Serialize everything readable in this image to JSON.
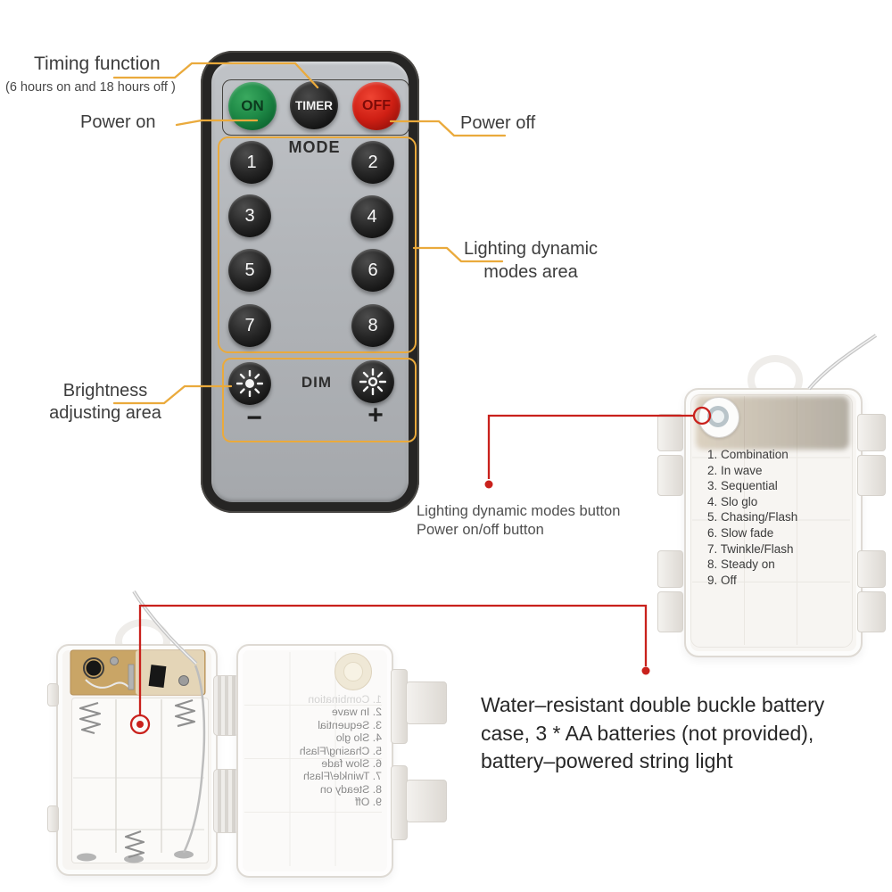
{
  "annotations": {
    "timing_title": "Timing function",
    "timing_sub": "(6 hours on and 18 hours off )",
    "power_on": "Power on",
    "power_off": "Power off",
    "modes_area_line1": "Lighting dynamic",
    "modes_area_line2": "modes area",
    "brightness_line1": "Brightness",
    "brightness_line2": "adjusting area",
    "modes_button_caption_line1": "Lighting dynamic modes button",
    "modes_button_caption_line2": "Power on/off button",
    "water_paragraph": "Water–resistant double buckle battery case, 3 * AA batteries (not provided), battery–powered string light"
  },
  "remote": {
    "power_buttons": [
      {
        "label": "ON"
      },
      {
        "label": "TIMER"
      },
      {
        "label": "OFF"
      }
    ],
    "mode_label": "MODE",
    "mode_buttons": [
      "1",
      "2",
      "3",
      "4",
      "5",
      "6",
      "7",
      "8"
    ],
    "dim_label": "DIM",
    "dim_minus": "−",
    "dim_plus": "+"
  },
  "battery_case": {
    "modes_list": [
      "1. Combination",
      "2. In wave",
      "3. Sequential",
      "4. Slo glo",
      "5. Chasing/Flash",
      "6. Slow fade",
      "7. Twinkle/Flash",
      "8. Steady on",
      "9. Off"
    ]
  },
  "icons": {
    "dim_down": "sun-dim-icon",
    "dim_up": "sun-bright-icon"
  },
  "colors": {
    "callout_yellow": "#eaaa3c",
    "callout_red": "#c9211c",
    "on_green": "#1f8a47",
    "off_red": "#cf1f14",
    "remote_face": "#b2b5b9"
  }
}
